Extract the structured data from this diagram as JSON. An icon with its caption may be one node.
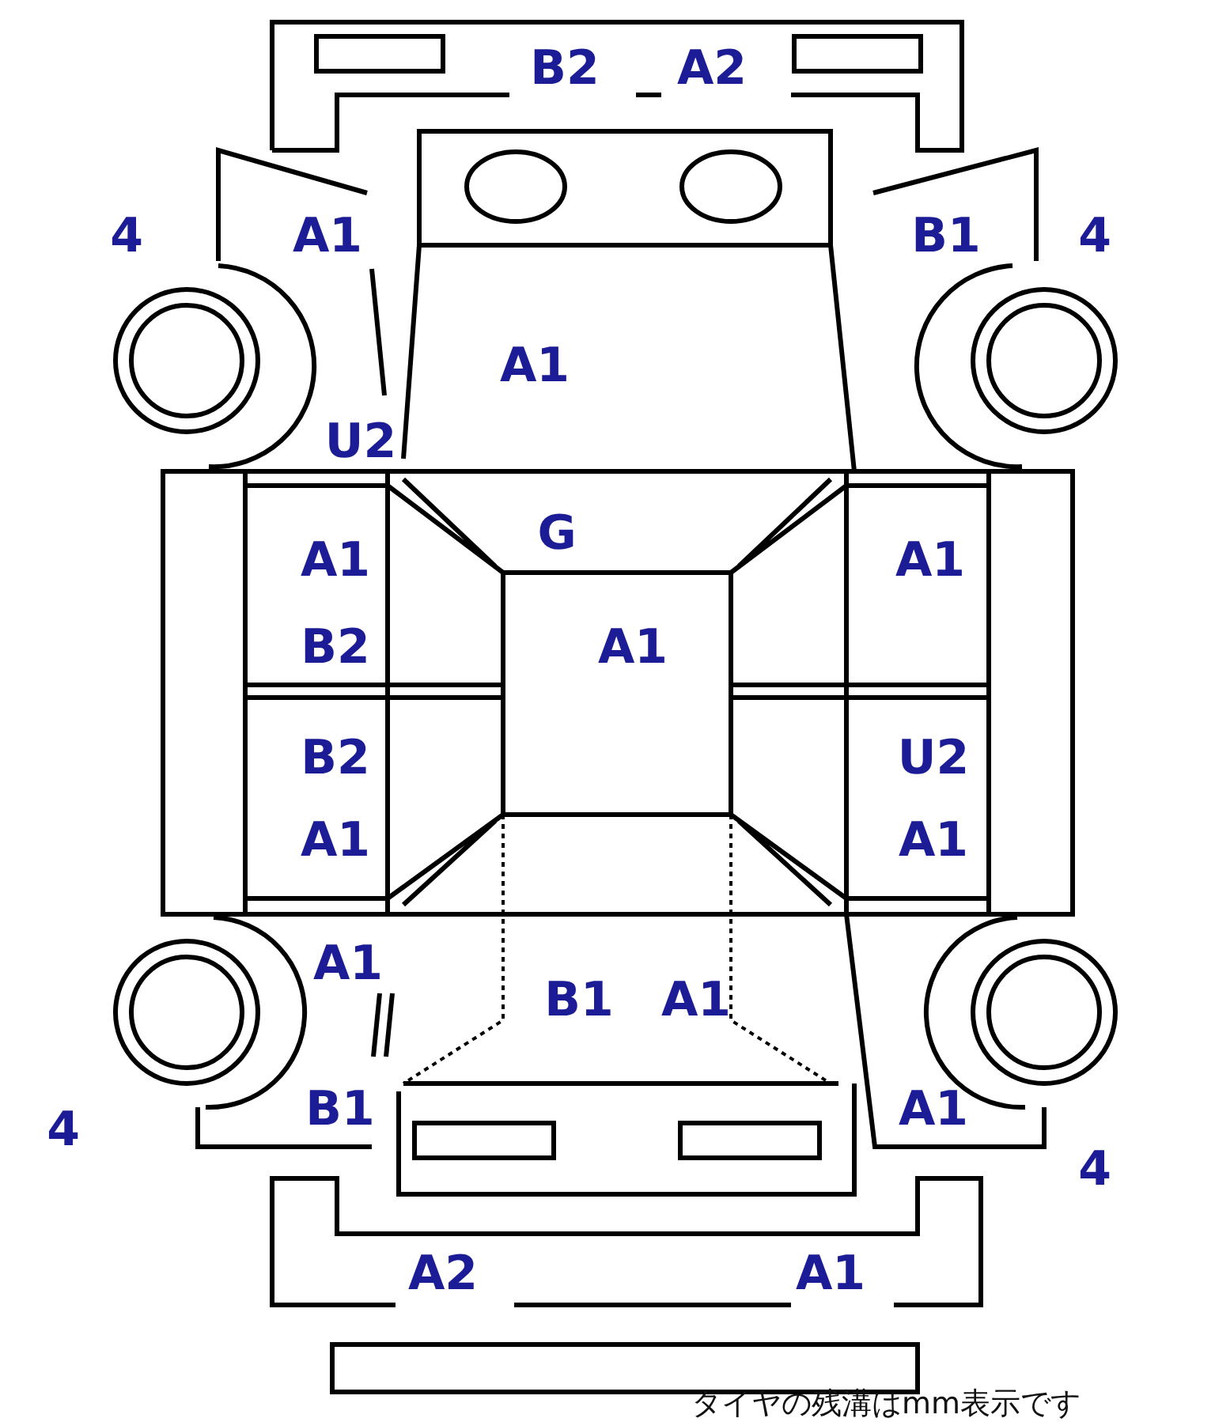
{
  "diagram": {
    "labels": [
      "B2",
      "A2",
      "4",
      "A1",
      "B1",
      "4",
      "A1",
      "U2",
      "G",
      "A1",
      "A1",
      "B2",
      "A1",
      "B2",
      "U2",
      "A1",
      "A1",
      "A1",
      "B1",
      "A1",
      "B1",
      "A1",
      "4",
      "4",
      "A2",
      "A1",
      "タイヤの残溝はmm表示です"
    ]
  }
}
